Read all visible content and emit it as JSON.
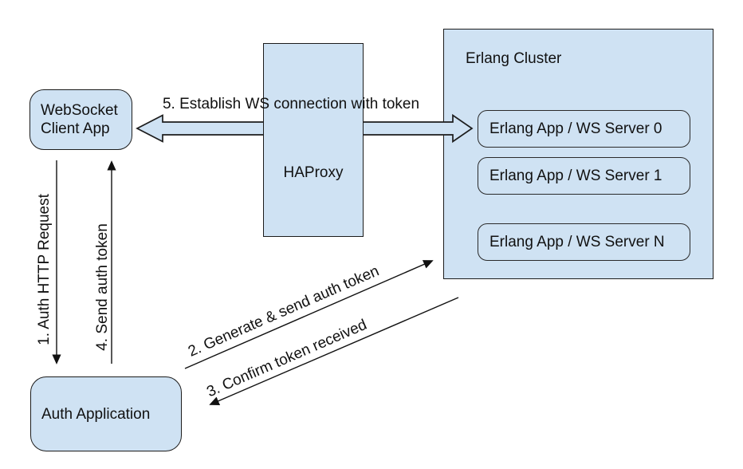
{
  "colors": {
    "box_fill": "#cfe2f3",
    "box_border": "#1c1c1c",
    "arrow_line": "#111111",
    "background": "#ffffff"
  },
  "nodes": {
    "ws_client": {
      "line1": "WebSocket",
      "line2": "Client App"
    },
    "haproxy": {
      "label": "HAProxy"
    },
    "cluster": {
      "label": "Erlang Cluster",
      "servers": [
        "Erlang App / WS Server 0",
        "Erlang App / WS Server 1",
        "Erlang App / WS Server N"
      ]
    },
    "auth_app": {
      "label": "Auth Application"
    }
  },
  "arrows": {
    "step1": "1. Auth HTTP Request",
    "step2": "2. Generate & send auth token",
    "step3": "3. Confirm token received",
    "step4": "4. Send auth token",
    "step5": "5. Establish WS connection with token"
  }
}
